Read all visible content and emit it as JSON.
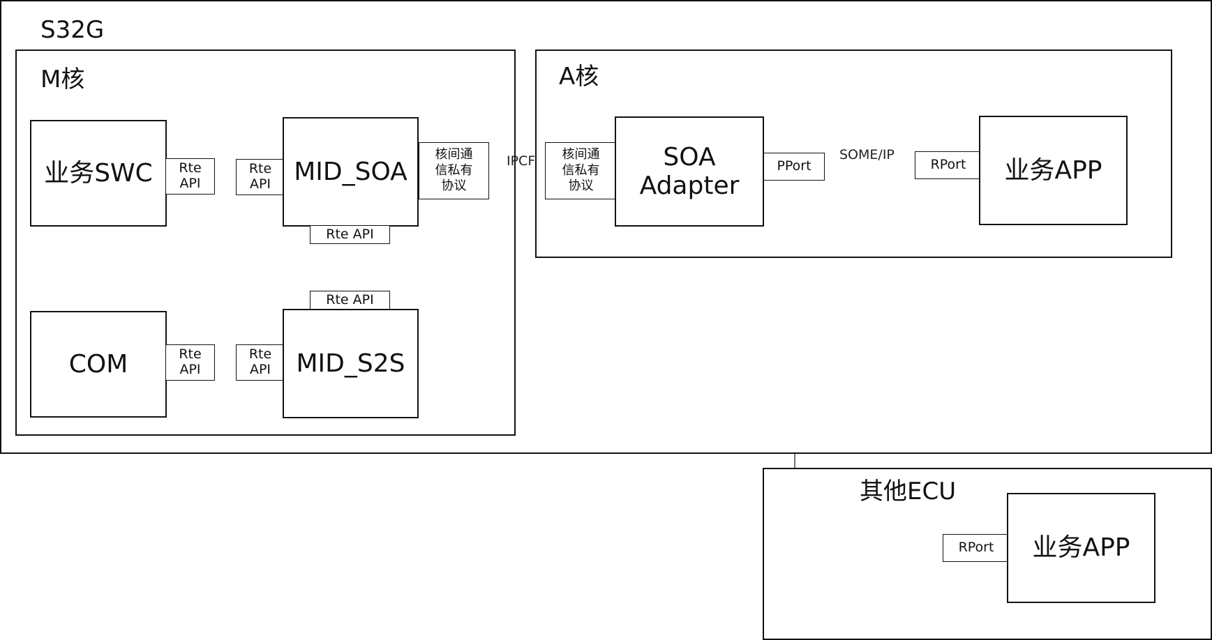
{
  "s32g": {
    "title": "S32G"
  },
  "m_core": {
    "title": "M核",
    "biz_swc": "业务SWC",
    "mid_soa": "MID_SOA",
    "com": "COM",
    "mid_s2s": "MID_S2S",
    "rte_api_two_line": "Rte\nAPI",
    "rte_api": "Rte API",
    "ipc_protocol": "核间通\n信私有\n协议"
  },
  "a_core": {
    "title": "A核",
    "ipc_protocol": "核间通\n信私有\n协议",
    "soa_adapter": "SOA\nAdapter",
    "pport": "PPort",
    "rport": "RPort",
    "biz_app": "业务APP"
  },
  "other_ecu": {
    "title": "其他ECU",
    "rport": "RPort",
    "biz_app": "业务APP"
  },
  "links": {
    "ipcf": "IPCF",
    "someip": "SOME/IP"
  }
}
